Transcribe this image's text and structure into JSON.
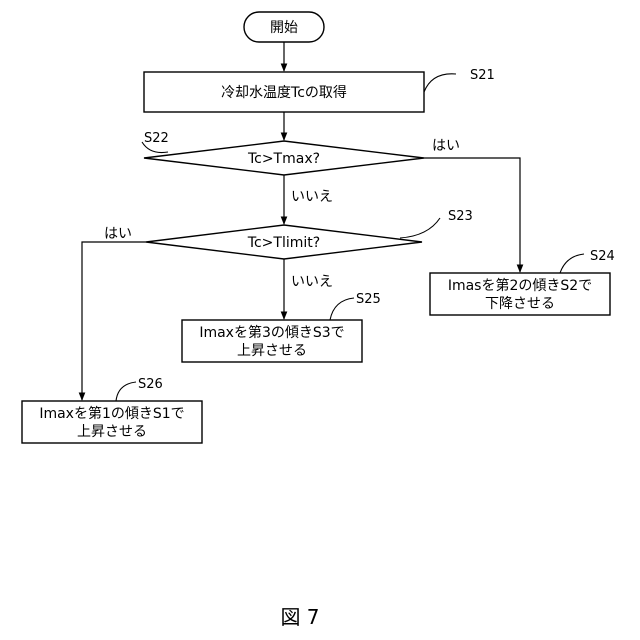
{
  "diagram": {
    "start": "開始",
    "s21_box": "冷却水温度Tcの取得",
    "s22_decision": "Tc>Tmax?",
    "s23_decision": "Tc>Tlimit?",
    "s24_box": [
      "Imasを第2の傾きS2で",
      "下降させる"
    ],
    "s25_box": [
      "Imaxを第3の傾きS3で",
      "上昇させる"
    ],
    "s26_box": [
      "Imaxを第1の傾きS1で",
      "上昇させる"
    ],
    "step_labels": {
      "s21": "S21",
      "s22": "S22",
      "s23": "S23",
      "s24": "S24",
      "s25": "S25",
      "s26": "S26"
    },
    "branch_labels": {
      "s22_yes": "はい",
      "s22_no": "いいえ",
      "s23_yes": "はい",
      "s23_no": "いいえ"
    }
  },
  "figure_label": "図 7"
}
